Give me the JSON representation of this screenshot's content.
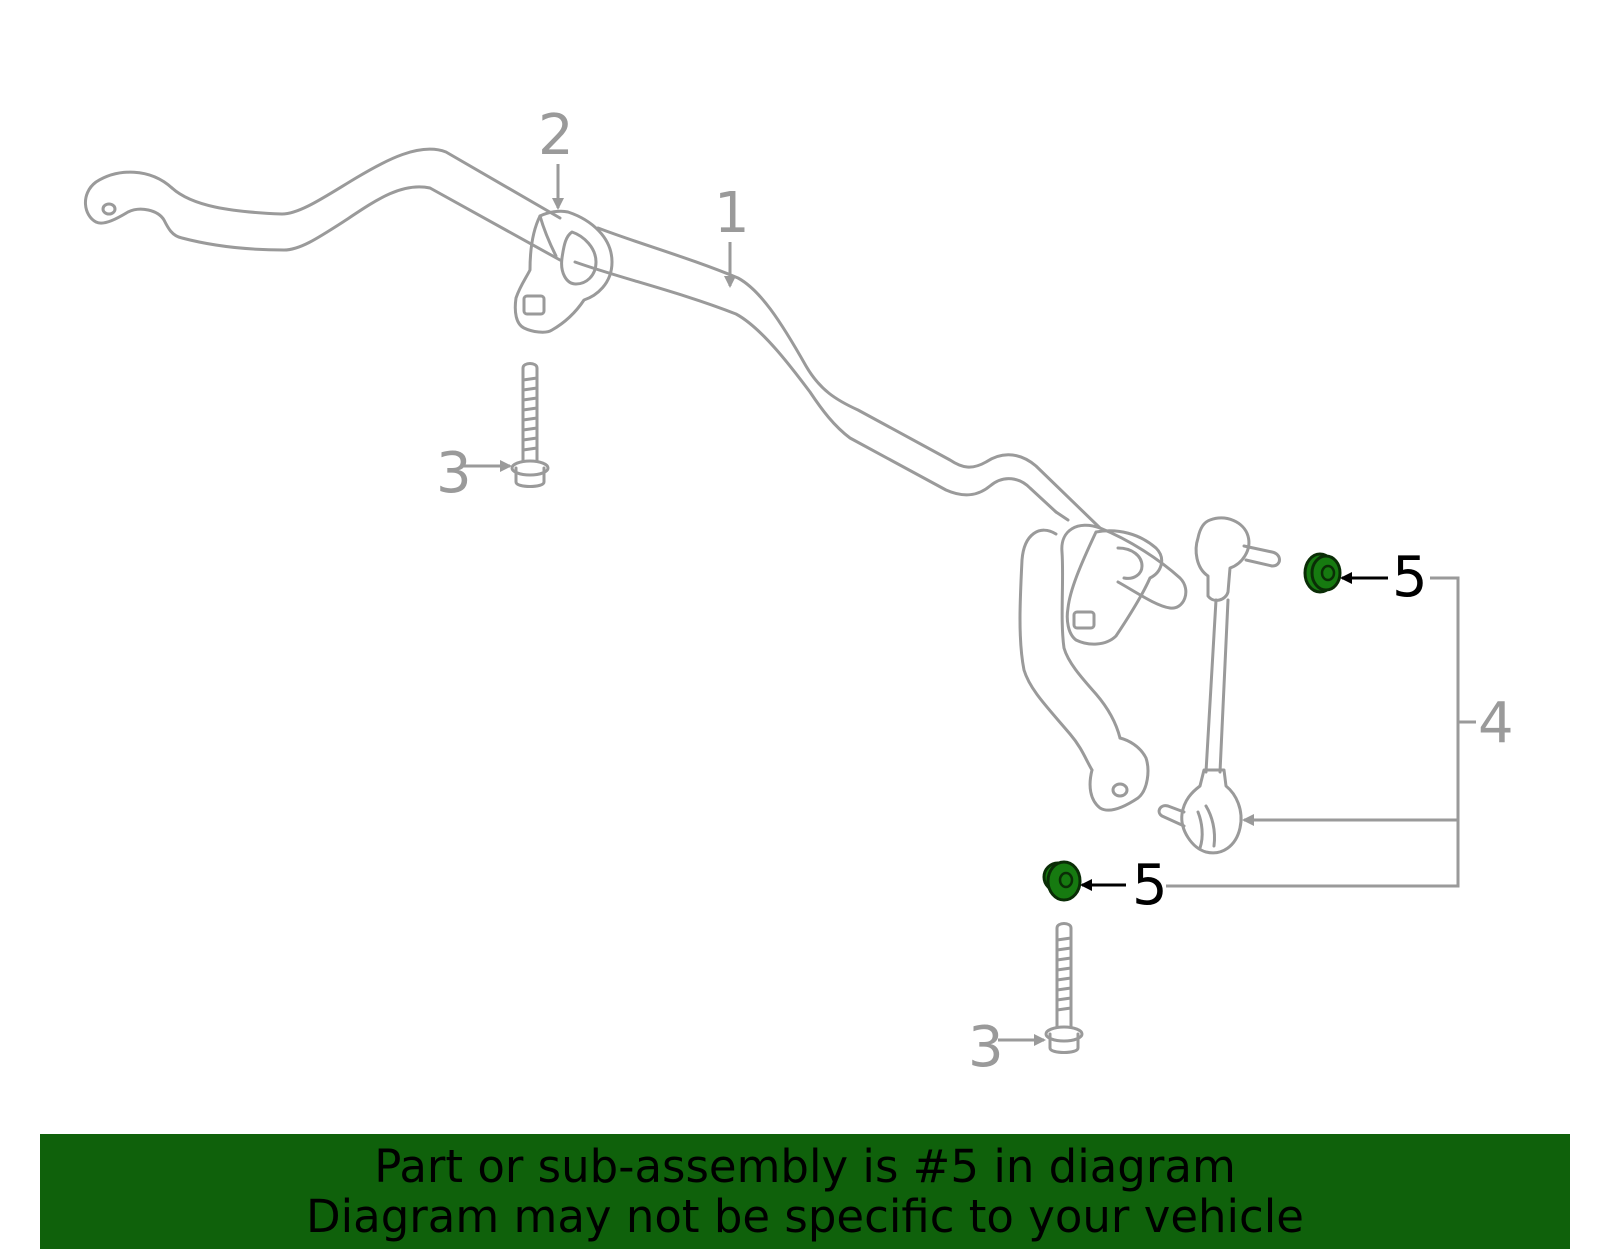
{
  "callouts": {
    "c1": "1",
    "c2": "2",
    "c3_top": "3",
    "c3_bottom": "3",
    "c4": "4",
    "c5_top": "5",
    "c5_bottom": "5"
  },
  "highlight": {
    "part_number": "5",
    "color": "#167a10"
  },
  "banner": {
    "line1": "Part or sub-assembly is #5 in diagram",
    "line2": "Diagram may not be specific to your vehicle",
    "background": "#0f610b"
  },
  "colors": {
    "linework": "#9a9a9a",
    "highlight_text": "#000000"
  }
}
